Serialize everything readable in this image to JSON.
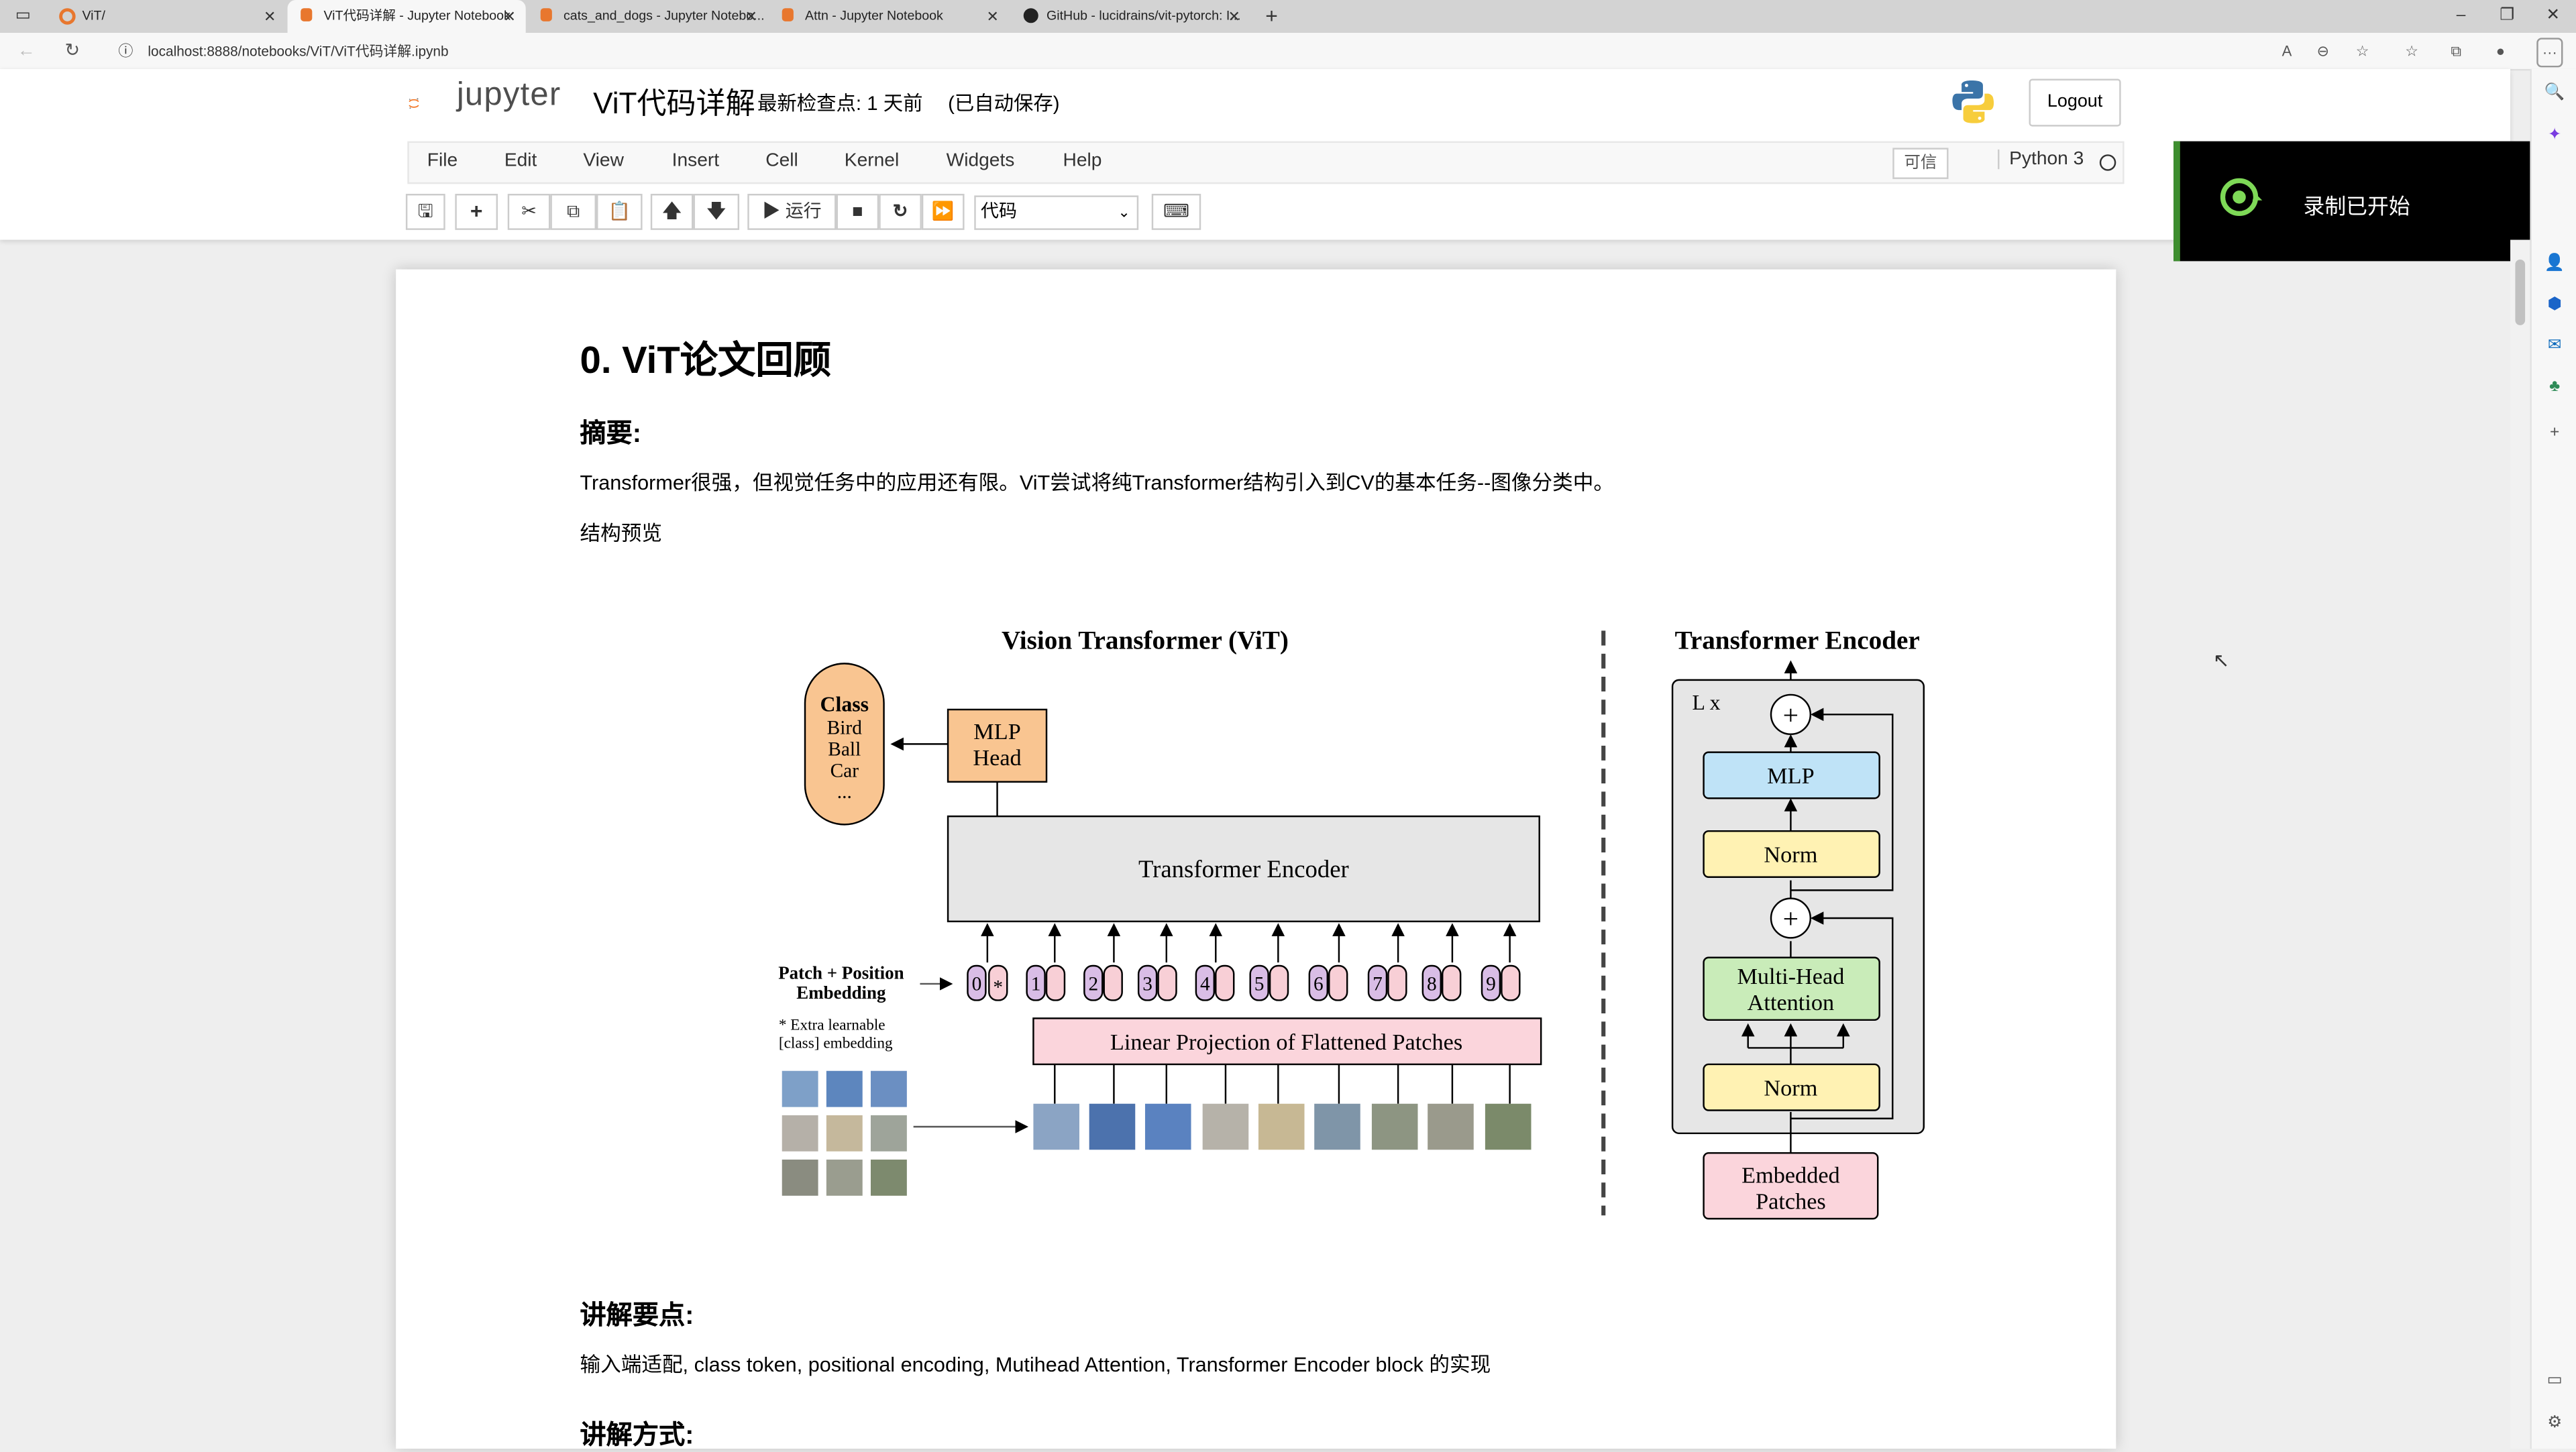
{
  "browser": {
    "tabs": [
      {
        "title": "ViT/",
        "active": false,
        "color": "#e8772e"
      },
      {
        "title": "ViT代码详解 - Jupyter Notebook",
        "active": true,
        "color": "#e8772e"
      },
      {
        "title": "cats_and_dogs - Jupyter Notebo...",
        "active": false,
        "color": "#e8772e"
      },
      {
        "title": "Attn - Jupyter Notebook",
        "active": false,
        "color": "#e8772e"
      },
      {
        "title": "GitHub - lucidrains/vit-pytorch: I...",
        "active": false,
        "color": "#222222"
      }
    ],
    "url": "localhost:8888/notebooks/ViT/ViT代码详解.ipynb"
  },
  "jupyter": {
    "logo_text": "jupyter",
    "notebook_title": "ViT代码详解",
    "checkpoint": "最新检查点: 1 天前",
    "autosave": "(已自动保存)",
    "logout_label": "Logout",
    "menu": [
      "File",
      "Edit",
      "View",
      "Insert",
      "Cell",
      "Kernel",
      "Widgets",
      "Help"
    ],
    "trusted_label": "可信",
    "kernel_name": "Python 3",
    "run_label": "运行",
    "cell_type": "代码"
  },
  "toast": {
    "text": "录制已开始"
  },
  "notebook": {
    "heading": "0. ViT论文回顾",
    "abstract_heading": "摘要:",
    "abstract_text": "Transformer很强，但视觉任务中的应用还有限。ViT尝试将纯Transformer结构引入到CV的基本任务--图像分类中。",
    "structure_label": "结构预览",
    "points_heading": "讲解要点:",
    "points_text": "输入端适配, class token, positional encoding, Mutihead Attention, Transformer Encoder block 的实现",
    "method_heading": "讲解方式:"
  },
  "figure": {
    "vit_title": "Vision Transformer (ViT)",
    "encoder_title": "Transformer Encoder",
    "class_label": "Class",
    "class_items": [
      "Bird",
      "Ball",
      "Car",
      "..."
    ],
    "mlp_head": [
      "MLP",
      "Head"
    ],
    "transformer_encoder": "Transformer Encoder",
    "patch_embed": [
      "Patch + Position",
      "Embedding"
    ],
    "extra_note": [
      "* Extra learnable",
      "[class] embedding"
    ],
    "linear_projection": "Linear Projection of Flattened Patches",
    "token_ids": [
      "0",
      "1",
      "2",
      "3",
      "4",
      "5",
      "6",
      "7",
      "8",
      "9"
    ],
    "star": "*",
    "lx": "L x",
    "mlp": "MLP",
    "norm": "Norm",
    "mha": [
      "Multi-Head",
      "Attention"
    ],
    "embedded_patches": [
      "Embedded",
      "Patches"
    ],
    "plus": "+"
  }
}
